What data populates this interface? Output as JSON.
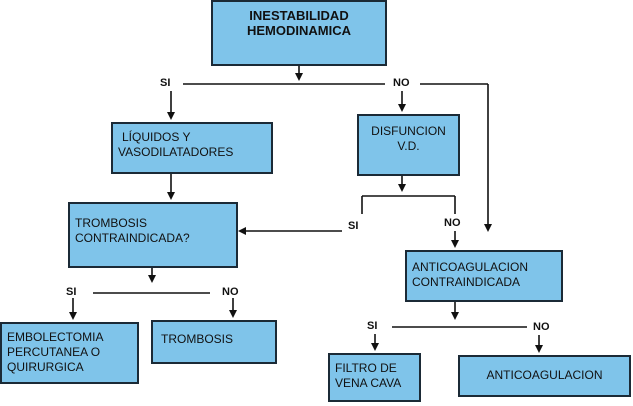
{
  "nodes": {
    "inestabilidad": [
      "INESTABILIDAD",
      "HEMODINAMICA"
    ],
    "liquidos": [
      "LÍQUIDOS Y",
      "VASODILATADORES"
    ],
    "disfuncion": [
      "DISFUNCION",
      "V.D."
    ],
    "trombosis_contra": [
      "TROMBOSIS",
      "CONTRAINDICADA?"
    ],
    "anticoag_contra": [
      "ANTICOAGULACION",
      "CONTRAINDICADA"
    ],
    "embolectomia": [
      "EMBOLECTOMIA",
      "PERCUTANEA O",
      "QUIRURGICA"
    ],
    "trombosis": [
      "TROMBOSIS"
    ],
    "filtro": [
      "FILTRO DE",
      "VENA  CAVA"
    ],
    "anticoag": [
      "ANTICOAGULACION"
    ]
  },
  "labels": {
    "si": "SI",
    "no": "NO"
  },
  "colors": {
    "box_fill": "#7fc4ea",
    "box_border": "#1b2a36",
    "line": "#111111"
  }
}
